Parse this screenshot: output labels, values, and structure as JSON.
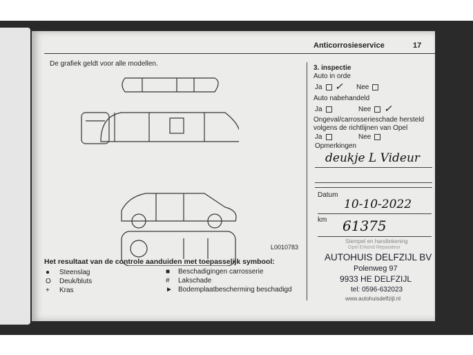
{
  "header": {
    "title": "Anticorrosieservice",
    "page_number": "17"
  },
  "left": {
    "intro": "De grafiek geldt voor alle modellen.",
    "figure_code": "L0010783",
    "legend_title": "Het resultaat van de controle aanduiden met toepasselijk symbool:",
    "legend": [
      {
        "symbol": "●",
        "label": "Steenslag"
      },
      {
        "symbol": "O",
        "label": "Deuk/bluts"
      },
      {
        "symbol": "+",
        "label": "Kras"
      },
      {
        "symbol": "■",
        "label": "Beschadigingen carrosserie"
      },
      {
        "symbol": "#",
        "label": "Lakschade"
      },
      {
        "symbol": "►",
        "label": "Bodemplaatbescherming beschadigd"
      }
    ]
  },
  "form": {
    "section": "3. inspectie",
    "q1": "Auto in orde",
    "q2": "Auto nabehandeld",
    "q3a": "Ongeval/carrosserieschade hersteld",
    "q3b": "volgens de richtlijnen van Opel",
    "ja": "Ja",
    "nee": "Nee",
    "check": "✓",
    "remarks_label": "Opmerkingen",
    "remarks_value": "deukje L Videur",
    "date_label": "Datum",
    "date_value": "10-10-2022",
    "km_label": "km",
    "km_value": "61375",
    "stamp_label": "Stempel en handtekening",
    "stamp_sub": "Opel Erkend Reparateur",
    "stamp": {
      "name": "AUTOHUIS DELFZIJL BV",
      "street": "Polenweg 97",
      "city": "9933 HE  DELFZIJL",
      "tel": "tel: 0596-632023",
      "web": "www.autohuisdelfzijl.nl"
    }
  }
}
